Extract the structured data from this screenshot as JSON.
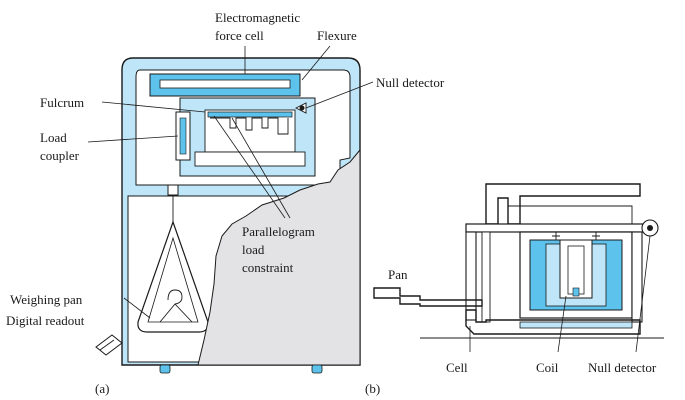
{
  "colors": {
    "blue_fill": "#bfe6f8",
    "blue_deep": "#5ec3ec",
    "gray_fill": "#e3e3e5",
    "line": "#1a1a1a"
  },
  "labels": {
    "electromagnetic": "Electromagnetic",
    "force_cell": "force cell",
    "flexure": "Flexure",
    "null_detector_a": "Null detector",
    "fulcrum": "Fulcrum",
    "load": "Load",
    "coupler": "coupler",
    "parallelogram": "Parallelogram",
    "load2": "load",
    "constraint": "constraint",
    "weighing_pan": "Weighing pan",
    "digital_readout": "Digital readout",
    "pan_b": "Pan",
    "cell": "Cell",
    "coil": "Coil",
    "null_detector_b": "Null detector",
    "caption_a": "(a)",
    "caption_b": "(b)"
  }
}
